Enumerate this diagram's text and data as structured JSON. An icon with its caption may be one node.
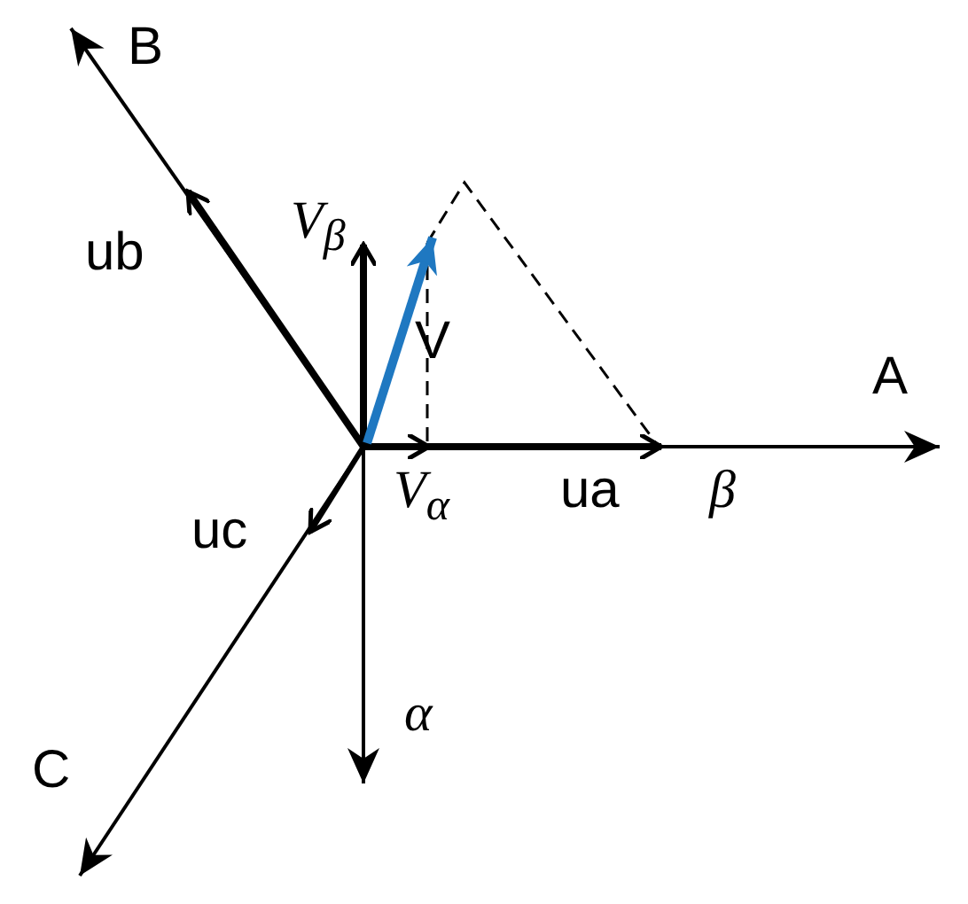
{
  "diagram": {
    "labels": [
      "B",
      "V$_{β}$",
      "ub",
      "V",
      "A",
      "ua",
      "β",
      "uc",
      "V$_{α}$",
      "α",
      "C"
    ]
  }
}
